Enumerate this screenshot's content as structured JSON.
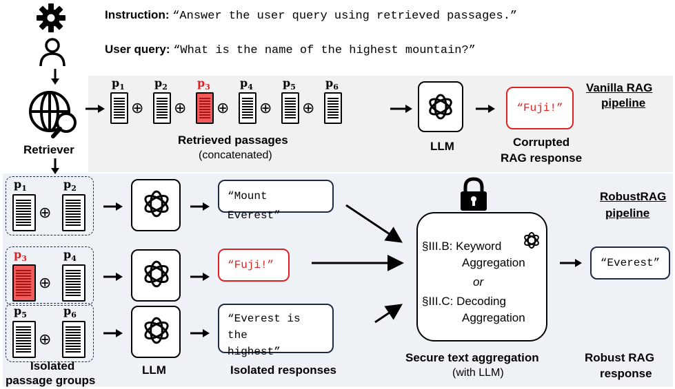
{
  "header": {
    "instruction_label": "Instruction:",
    "instruction_text": "“Answer the user query using retrieved passages.”",
    "query_label": "User query:",
    "query_text": "“What is the name of the highest mountain?”"
  },
  "retriever_label": "Retriever",
  "vanilla": {
    "passages": [
      "p1",
      "p2",
      "p3",
      "p4",
      "p5",
      "p6"
    ],
    "passage_subs": [
      "1",
      "2",
      "3",
      "4",
      "5",
      "6"
    ],
    "corrupted_index": 3,
    "passages_label": "Retrieved passages",
    "passages_sub": "(concatenated)",
    "llm_label": "LLM",
    "response": "“Fuji!”",
    "response_label_1": "Corrupted",
    "response_label_2": "RAG response",
    "pipeline_1": "Vanilla RAG",
    "pipeline_2": "pipeline"
  },
  "robust": {
    "groups": [
      {
        "left": "p",
        "left_sub": "1",
        "right": "p",
        "right_sub": "2",
        "corrupt": false
      },
      {
        "left": "p",
        "left_sub": "3",
        "right": "p",
        "right_sub": "4",
        "corrupt": true
      },
      {
        "left": "p",
        "left_sub": "5",
        "right": "p",
        "right_sub": "6",
        "corrupt": false
      }
    ],
    "responses": [
      "“Mount Everest”",
      "“Fuji!”",
      "“Everest is the",
      "highest”"
    ],
    "groups_label_1": "Isolated",
    "groups_label_2": "passage groups",
    "llm_label": "LLM",
    "responses_label": "Isolated responses",
    "agg_line1": "§III.B: Keyword",
    "agg_line2": "Aggregation",
    "agg_or": "or",
    "agg_line3": "§III.C: Decoding",
    "agg_line4": "Aggregation",
    "agg_label_1": "Secure text aggregation",
    "agg_label_2": "(with LLM)",
    "final_response": "“Everest”",
    "final_label_1": "Robust RAG",
    "final_label_2": "response",
    "pipeline_1": "RobustRAG",
    "pipeline_2": "pipeline"
  },
  "colors": {
    "corrupt": "#e02020",
    "corrupt_fill": "#ef5a5a",
    "navy": "#1d2a44"
  }
}
